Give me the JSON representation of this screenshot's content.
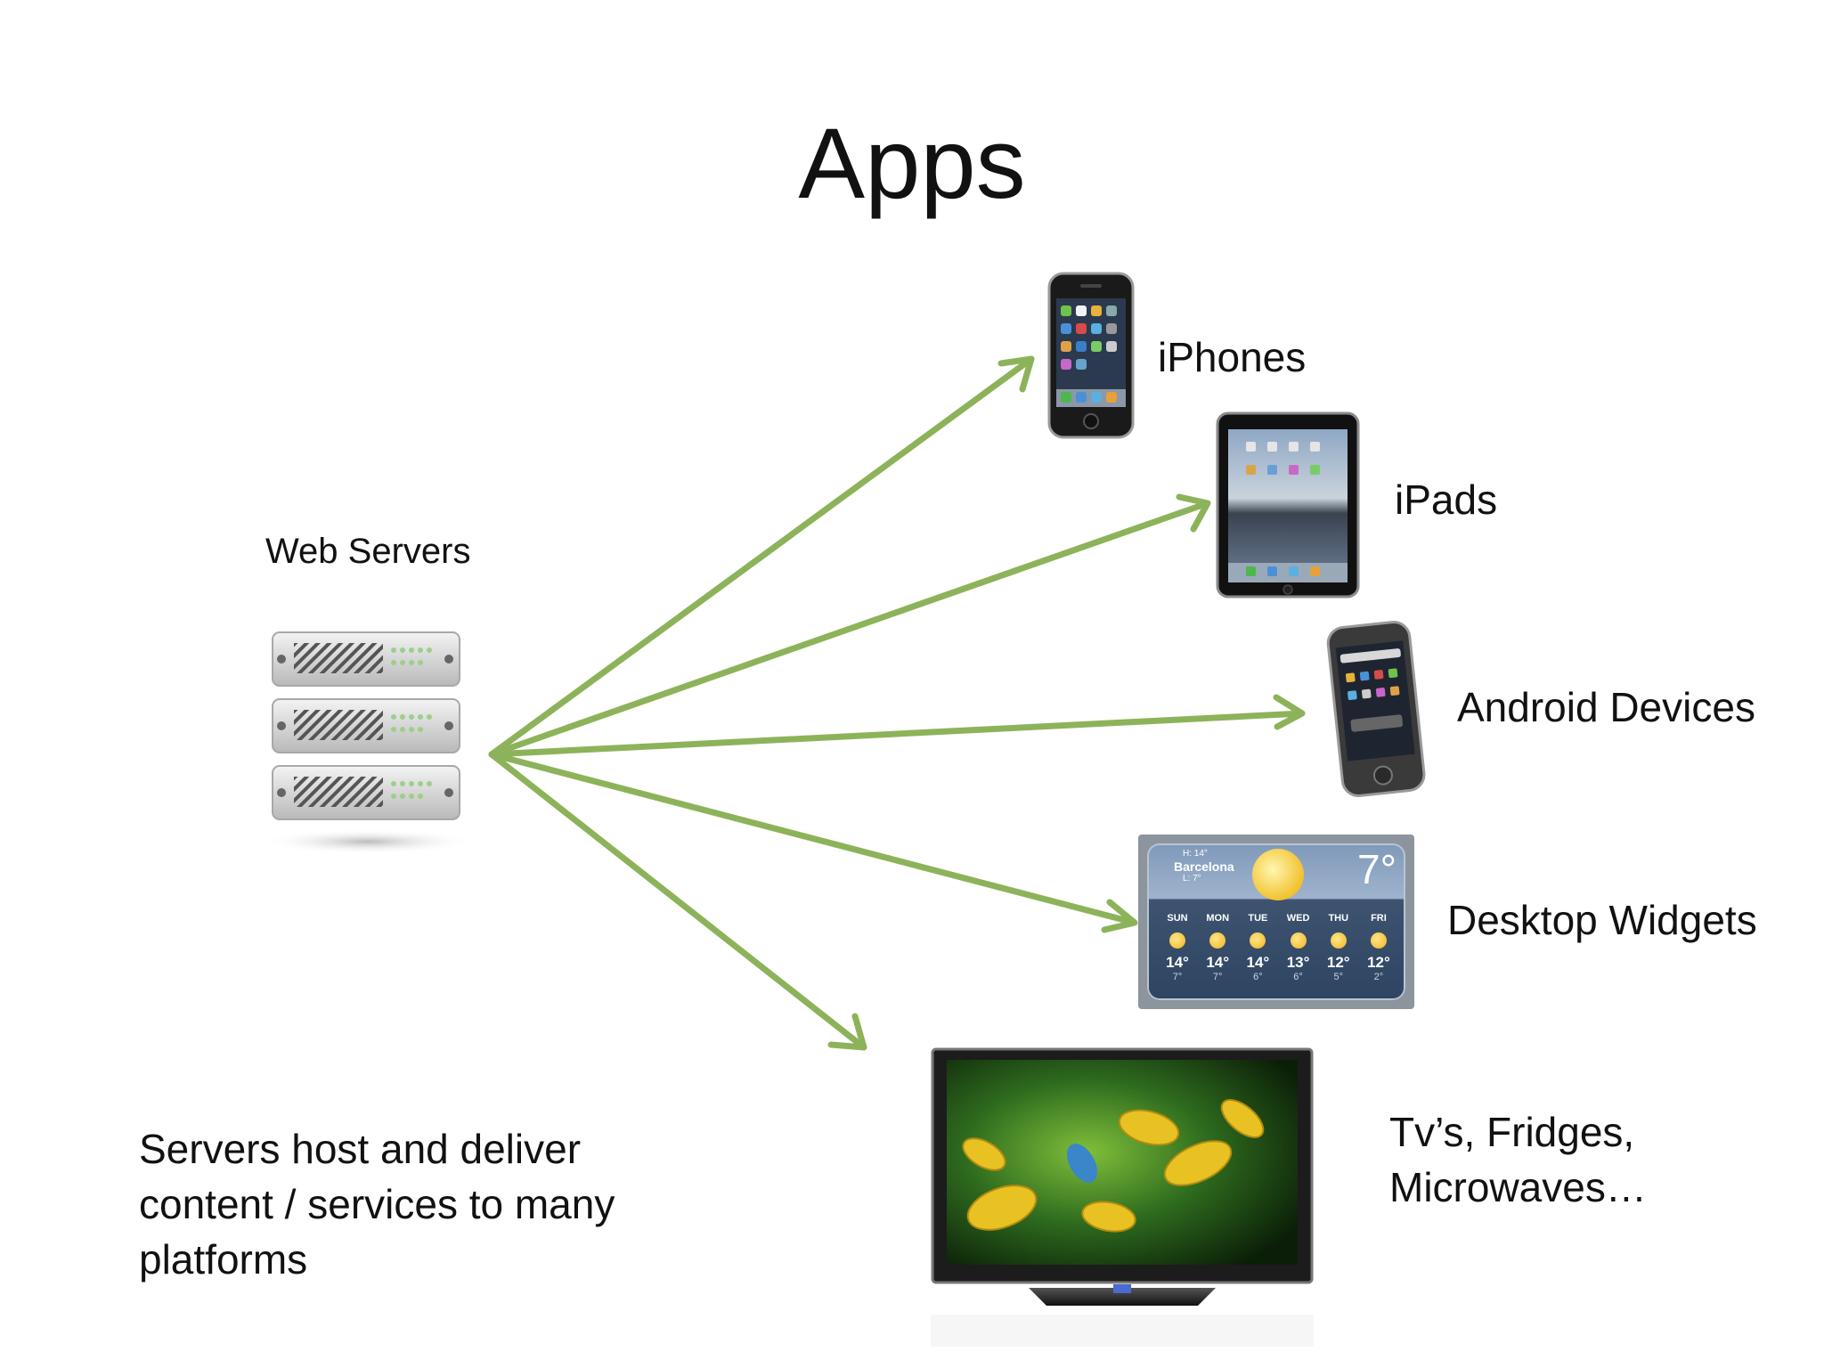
{
  "title": "Apps",
  "server": {
    "label": "Web Servers"
  },
  "caption": "Servers host and deliver content / services to many platforms",
  "targets": [
    {
      "label": "iPhones",
      "icon": "iphone-icon"
    },
    {
      "label": "iPads",
      "icon": "ipad-icon"
    },
    {
      "label": "Android Devices",
      "icon": "android-phone-icon"
    },
    {
      "label": "Desktop Widgets",
      "icon": "weather-widget-icon"
    },
    {
      "label": "Tv’s, Fridges, Microwaves…",
      "icon": "tv-icon"
    }
  ],
  "widget": {
    "city": "Barcelona",
    "high": "H: 14°",
    "low": "L: 7°",
    "current": "7°",
    "days": [
      {
        "day": "SUN",
        "hi": "14°",
        "lo": "7°"
      },
      {
        "day": "MON",
        "hi": "14°",
        "lo": "7°"
      },
      {
        "day": "TUE",
        "hi": "14°",
        "lo": "6°"
      },
      {
        "day": "WED",
        "hi": "13°",
        "lo": "6°"
      },
      {
        "day": "THU",
        "hi": "12°",
        "lo": "5°"
      },
      {
        "day": "FRI",
        "hi": "12°",
        "lo": "2°"
      }
    ]
  },
  "colors": {
    "arrow": "#8db35a",
    "text": "#111111"
  }
}
